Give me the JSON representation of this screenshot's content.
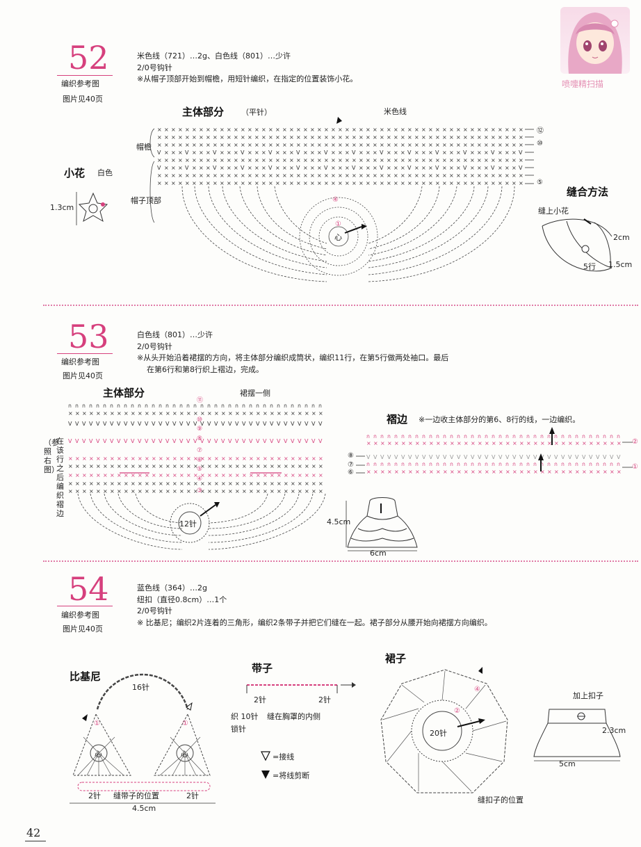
{
  "watermark": {
    "text": "喷嚏精扫描"
  },
  "page_number": "42",
  "s52": {
    "number": "52",
    "ref_label": "编织参考图",
    "ref_page": "图片见40页",
    "line1": "米色线（721）…2g、白色线（801）…少许",
    "line2": "2/0号钩针",
    "line3": "※从帽子顶部开始到帽檐，用短针编织，在指定的位置装饰小花。",
    "main_title": "主体部分",
    "main_sub": "（平针）",
    "yarn": "米色线",
    "brim": "帽檐",
    "crown": "帽子顶部",
    "flower_title": "小花",
    "flower_color": "白色",
    "flower_size": "1.3cm",
    "center": "心",
    "rows": [
      "⑫",
      "⑩",
      "⑤"
    ],
    "seam_title": "缝合方法",
    "seam_flower": "缝上小花",
    "seam_2cm": "2cm",
    "seam_5rows": "5行",
    "seam_15cm": "1.5cm",
    "c1": "①",
    "c4": "④"
  },
  "s53": {
    "number": "53",
    "ref_label": "编织参考图",
    "ref_page": "图片见40页",
    "line1": "白色线（801）…少许",
    "line2": "2/0号钩针",
    "line3": "※从头开始沿着裙摆的方向，将主体部分编织成筒状，编织11行，在第5行做两处袖口。最后",
    "line4": "在第6行和第8行织上褶边，完成。",
    "main_title": "主体部分",
    "hem_side": "裙摆一侧",
    "side_note": "（参照右图）",
    "side_note2": "在该行之后编织褶边",
    "stitches": "12针",
    "ruffle_title": "褶边",
    "ruffle_note": "※一边收主体部分的第6、8行的线，一边编织。",
    "h45": "4.5cm",
    "w6": "6cm",
    "rows": [
      "⑪",
      "⑩",
      "⑨",
      "⑧",
      "⑦",
      "⑥",
      "⑤",
      "④",
      "③"
    ],
    "ruffle_rows": [
      "⑧",
      "⑦",
      "⑥"
    ],
    "r2": "②",
    "r1": "①"
  },
  "s54": {
    "number": "54",
    "ref_label": "编织参考图",
    "ref_page": "图片见40页",
    "line1": "蓝色线（364）…2g",
    "line2": "纽扣（直径0.8cm）…1个",
    "line3": "2/0号钩针",
    "line4": "※ 比基尼；编织2片连着的三角形，编织2条带子并把它们缝在一起。裙子部分从腰开始向裙摆方向编织。",
    "bikini_title": "比基尼",
    "s16": "16针",
    "c1": "①",
    "center": "心",
    "two_st_a": "2针",
    "two_st_b": "2针",
    "strap_pos": "缝带子的位置",
    "w45": "4.5cm",
    "strap_title": "带子",
    "strap_2a": "2针",
    "strap_2b": "2针",
    "knit10": "织 10针",
    "chain": "锁针",
    "sew_inside": "缝在胸罩的内侧",
    "legend_join": "=接线",
    "legend_cut": "=将线剪断",
    "skirt_title": "裙子",
    "s20": "20针",
    "btn_pos": "缝扣子的位置",
    "s4": "④",
    "s2": "②",
    "add_btn": "加上扣子",
    "h23": "2.3cm",
    "w5": "5cm"
  }
}
